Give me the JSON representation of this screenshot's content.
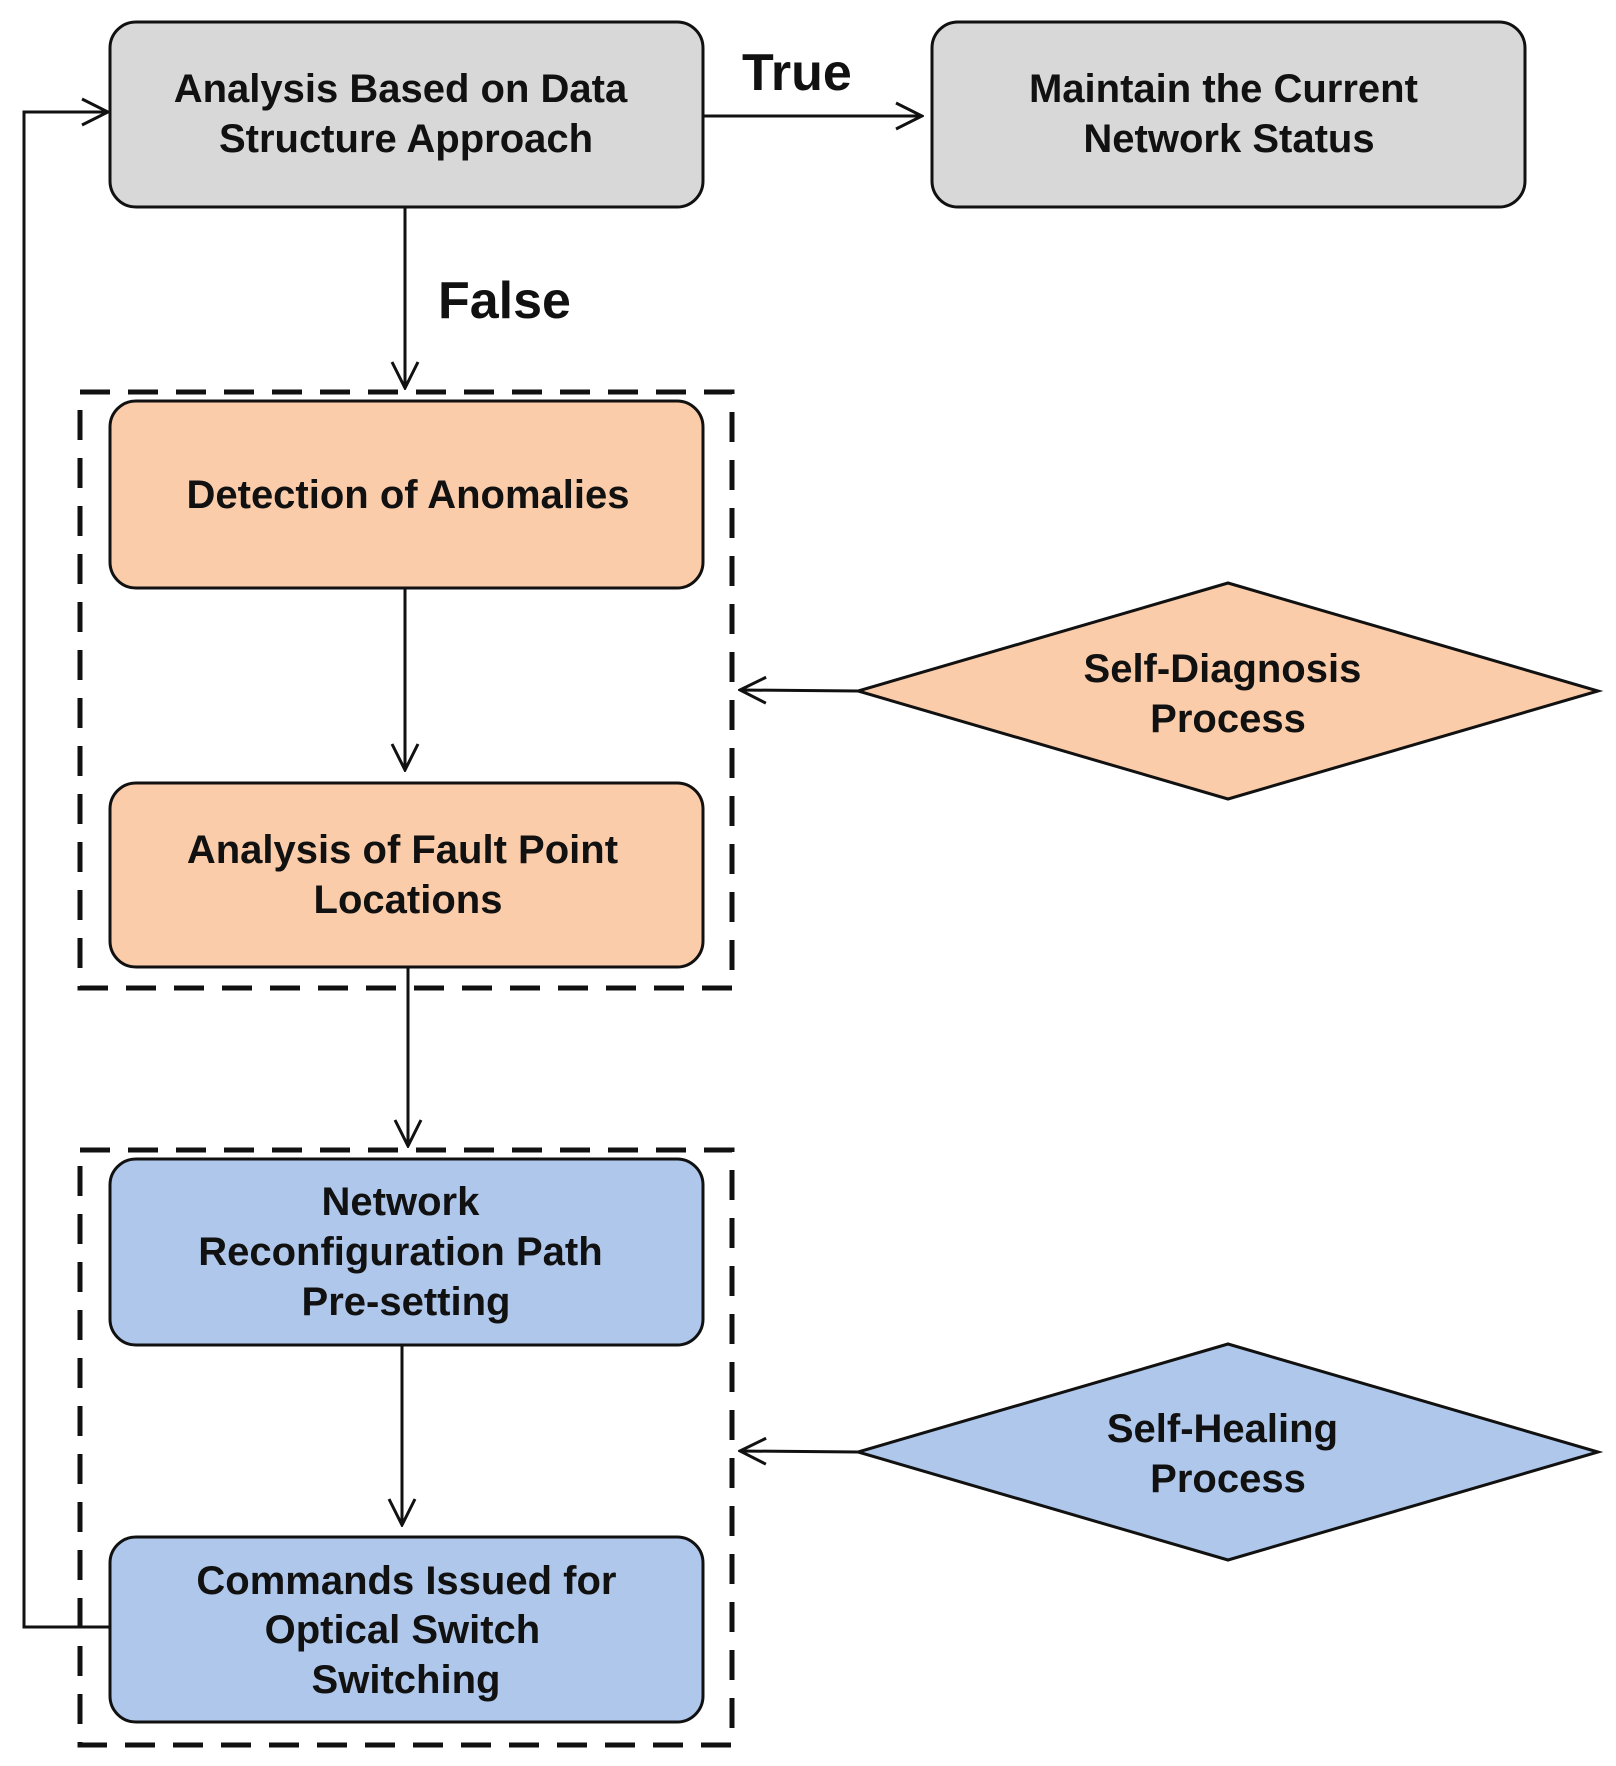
{
  "colors": {
    "gray_box": "#d8d8d8",
    "diagnosis_fill": "#fbccaa",
    "healing_fill": "#afc7ea",
    "stroke": "#111111"
  },
  "nodes": {
    "analysis_data_structure": {
      "lines": [
        "Analysis Based on Data",
        "Structure Approach"
      ]
    },
    "maintain_status": {
      "lines": [
        "Maintain the Current",
        "Network Status"
      ]
    },
    "detection_anomalies": {
      "lines": [
        "Detection of Anomalies"
      ]
    },
    "fault_point_analysis": {
      "lines": [
        "Analysis of Fault Point",
        "Locations"
      ]
    },
    "self_diagnosis": {
      "lines": [
        "Self-Diagnosis",
        "Process"
      ]
    },
    "reconfiguration_path": {
      "lines": [
        "Network",
        "Reconfiguration Path",
        "Pre-setting"
      ]
    },
    "optical_switch_commands": {
      "lines": [
        "Commands Issued for",
        "Optical Switch",
        "Switching"
      ]
    },
    "self_healing": {
      "lines": [
        "Self-Healing",
        "Process"
      ]
    }
  },
  "edges": {
    "true_label": "True",
    "false_label": "False"
  }
}
